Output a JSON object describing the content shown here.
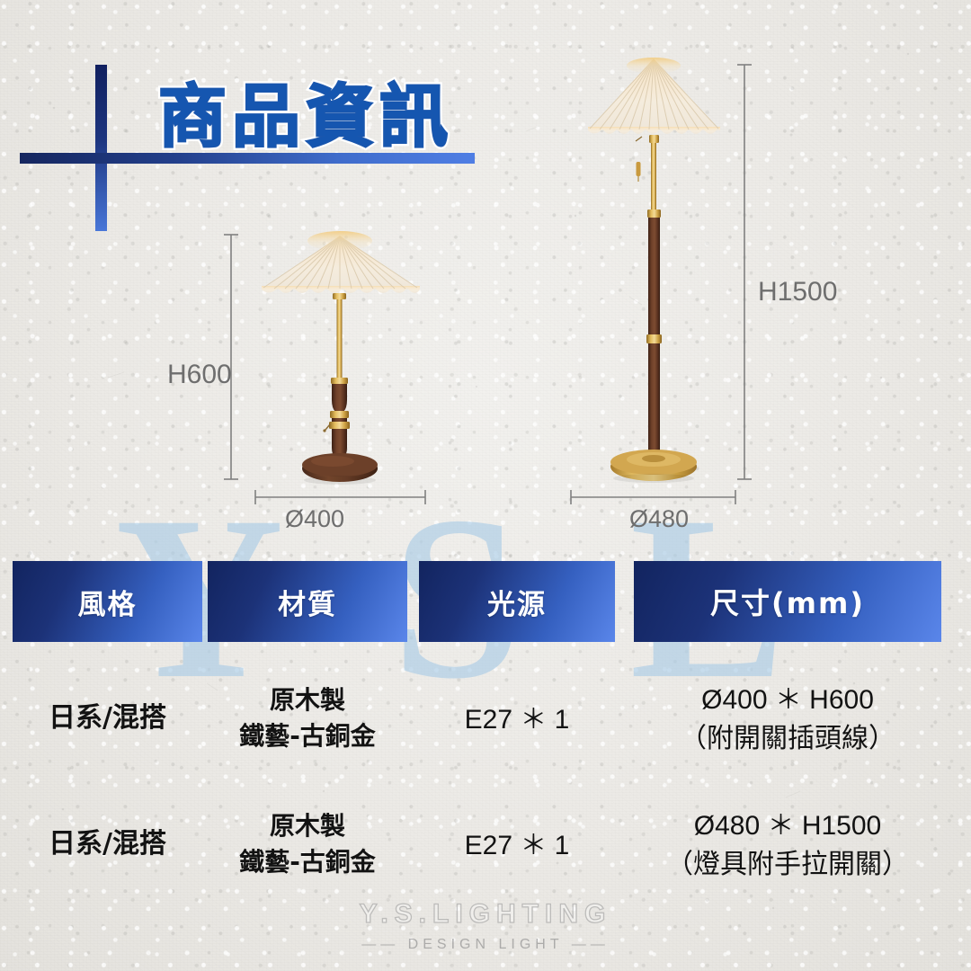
{
  "header": {
    "title": "商品資訊"
  },
  "products": [
    {
      "name": "table-lamp",
      "height_label": "H600",
      "diameter_label": "Ø400"
    },
    {
      "name": "floor-lamp",
      "height_label": "H1500",
      "diameter_label": "Ø480"
    }
  ],
  "spec_table": {
    "columns": [
      {
        "label": "風格",
        "name": "style"
      },
      {
        "label": "材質",
        "name": "material"
      },
      {
        "label": "光源",
        "name": "light-source"
      },
      {
        "label": "尺寸(mm)",
        "name": "dimensions"
      }
    ],
    "rows": [
      {
        "style": "日系/混搭",
        "material_line1": "原木製",
        "material_line2": "鐵藝-古銅金",
        "light_source": "E27 ＊ 1",
        "dimension_line1": "Ø400 ＊ H600",
        "dimension_line2": "（附開關插頭線）"
      },
      {
        "style": "日系/混搭",
        "material_line1": "原木製",
        "material_line2": "鐵藝-古銅金",
        "light_source": "E27 ＊ 1",
        "dimension_line1": "Ø480 ＊ H1500",
        "dimension_line2": "（燈具附手拉開關）"
      }
    ]
  },
  "watermark": {
    "text": "YSL"
  },
  "footer": {
    "brand": "Y.S.LIGHTING",
    "tagline": "—— DESIGN LIGHT ——"
  },
  "colors": {
    "accent_dark": "#12245f",
    "accent_light": "#5a86ea",
    "title_blue": "#1556b0",
    "watermark_blue": "#a8cbe6",
    "dimension_gray": "#6e6e6e",
    "shade_cream": "#f3e9d6",
    "wood_dark": "#5c3524",
    "brass": "#c99a3e"
  }
}
